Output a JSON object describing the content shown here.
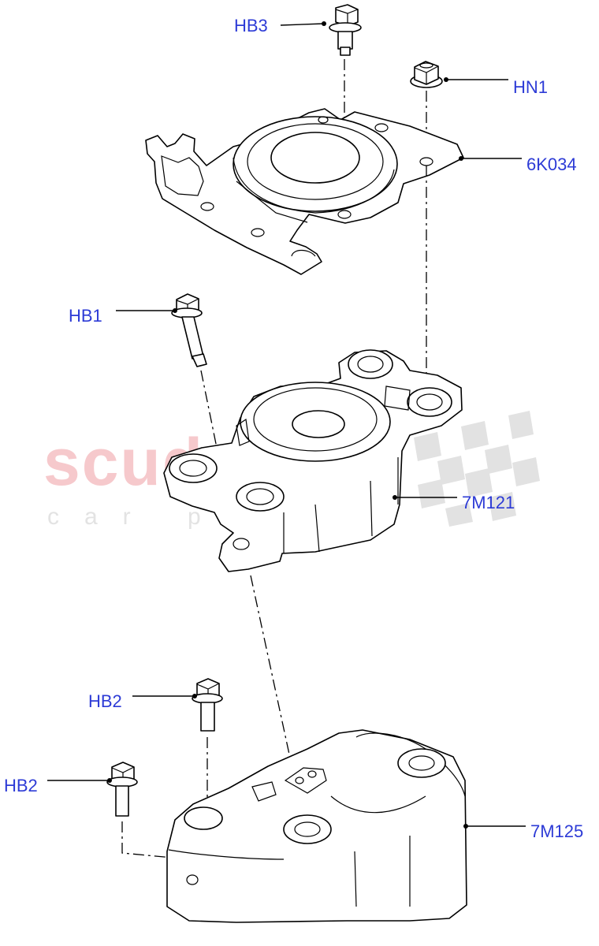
{
  "watermark": {
    "brand": "scuderia",
    "tagline": "car parts"
  },
  "callouts": {
    "hb3": "HB3",
    "hn1": "HN1",
    "k6034": "6K034",
    "hb1": "HB1",
    "m7121": "7M121",
    "hb2_upper": "HB2",
    "hb2_lower": "HB2",
    "m7125": "7M125"
  }
}
